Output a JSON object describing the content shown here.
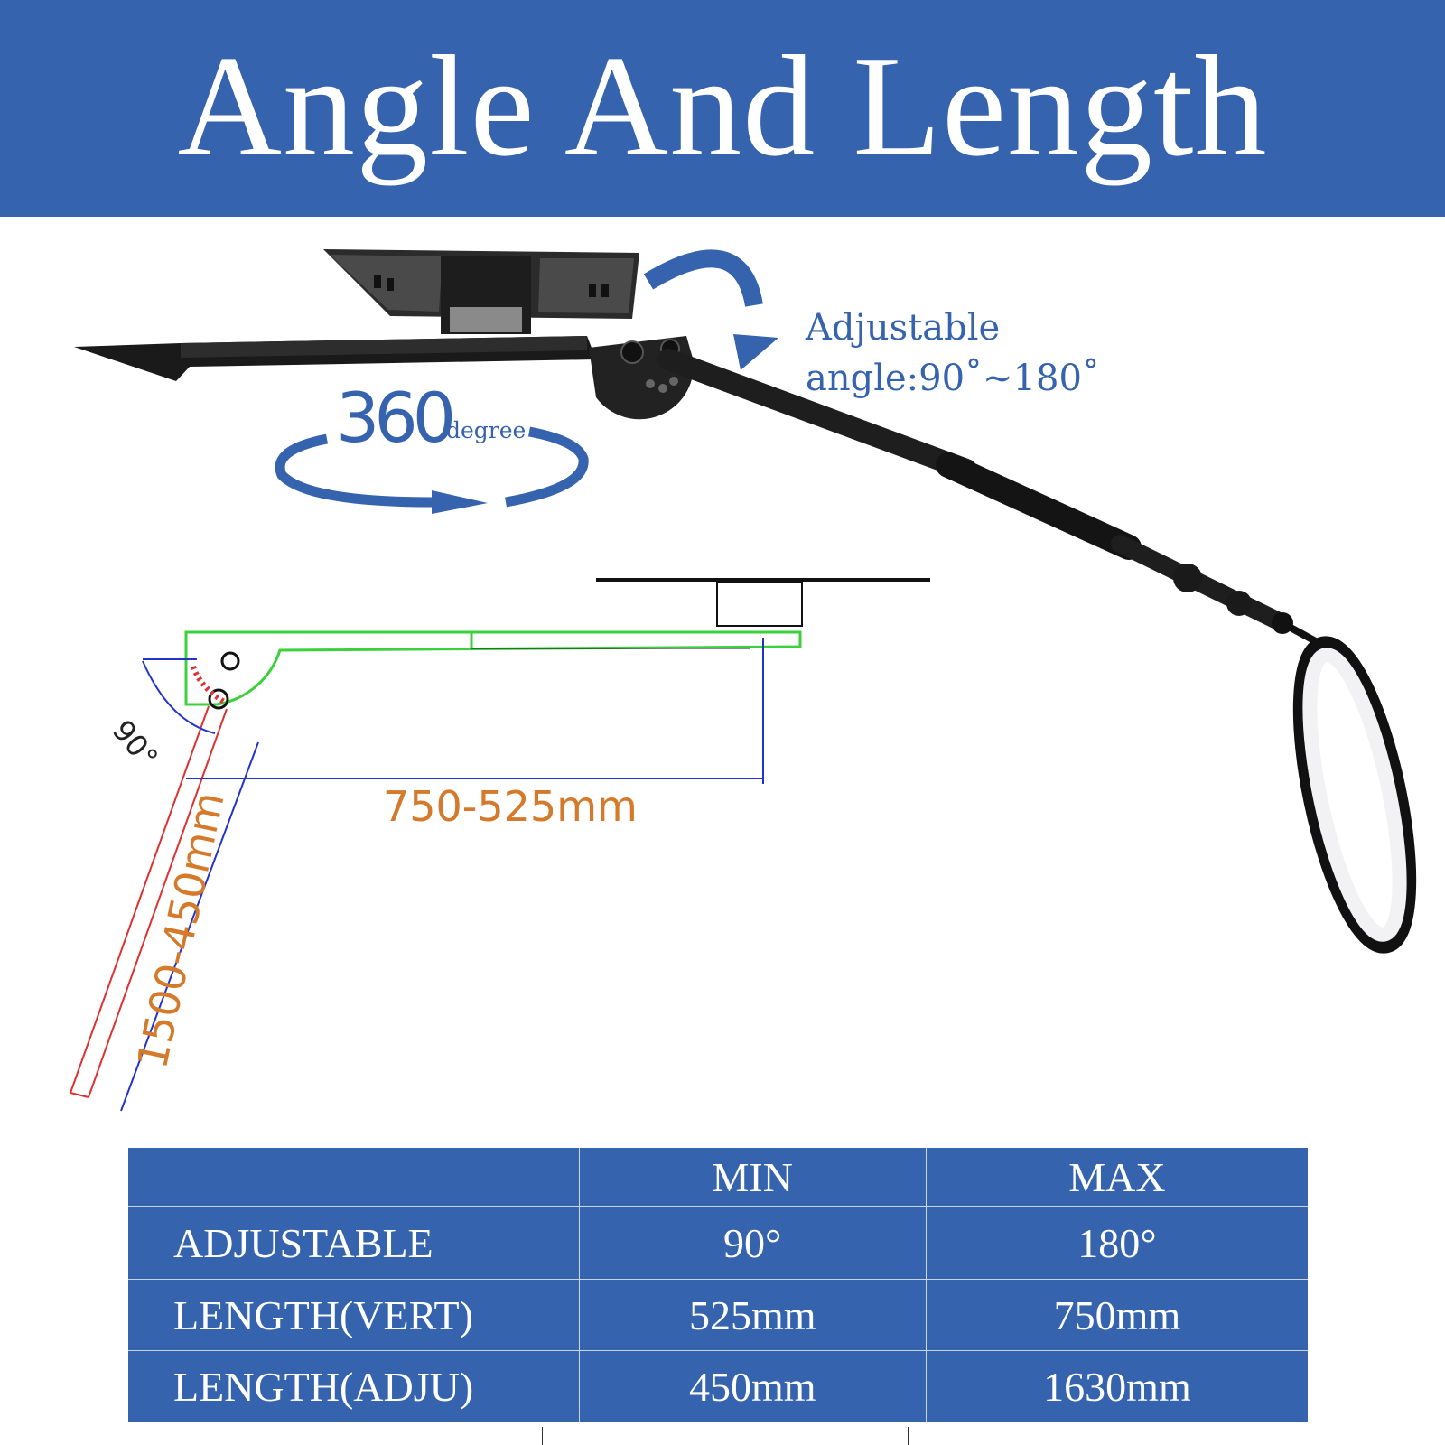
{
  "header": {
    "title": "Angle And Length",
    "bg_color": "#3563ae"
  },
  "annotations": {
    "adjustable_line1": "Adjustable",
    "adjustable_line2": "angle:90˚~180˚",
    "rotation_value": "360",
    "rotation_unit": "degree",
    "length_horizontal": "750-525mm",
    "length_adjustable": "1500-450mm",
    "angle_mark": "90°"
  },
  "spec_table": {
    "headers": [
      "",
      "MIN",
      "MAX"
    ],
    "rows": [
      [
        "ADJUSTABLE",
        "90°",
        "180°"
      ],
      [
        "LENGTH(VERT)",
        "525mm",
        "750mm"
      ],
      [
        "LENGTH(ADJU)",
        "450mm",
        "1630mm"
      ]
    ]
  },
  "colors": {
    "brand_blue": "#3563ae",
    "dimension_orange": "#d47a2a",
    "arm_green": "#3cd13c",
    "arm_red": "#e03030"
  }
}
